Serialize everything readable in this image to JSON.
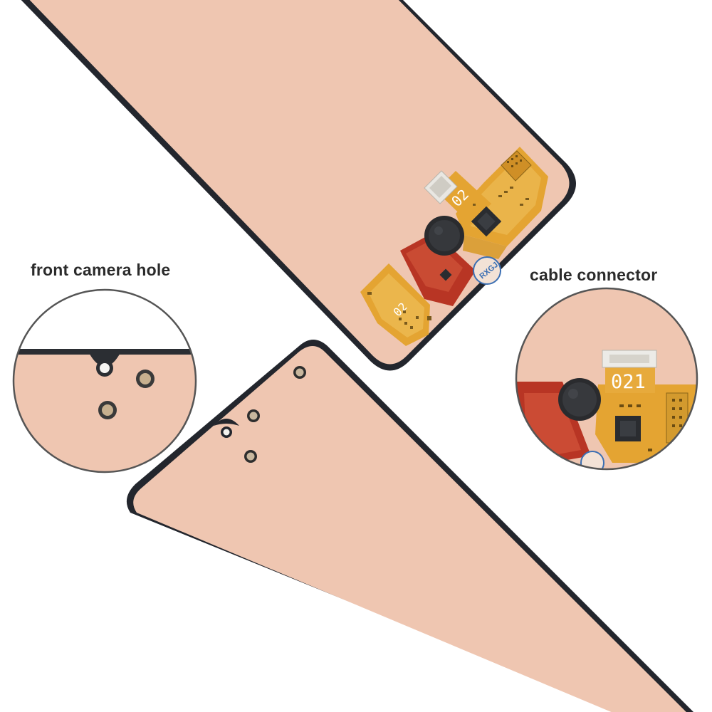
{
  "labels": {
    "camera": "front camera hole",
    "connector": "cable connector"
  },
  "marks": {
    "flex_code": "02",
    "flex_code_zoom": "021",
    "flex_code_small": "02",
    "brand": "RXGJ"
  },
  "colors": {
    "background": "#ffffff",
    "panel": "#efc6b1",
    "bezel": "#23262d",
    "flex_yellow": "#e4a432",
    "flex_red": "#b83524",
    "chip": "#2a2c30",
    "callout_ring": "#555555"
  }
}
